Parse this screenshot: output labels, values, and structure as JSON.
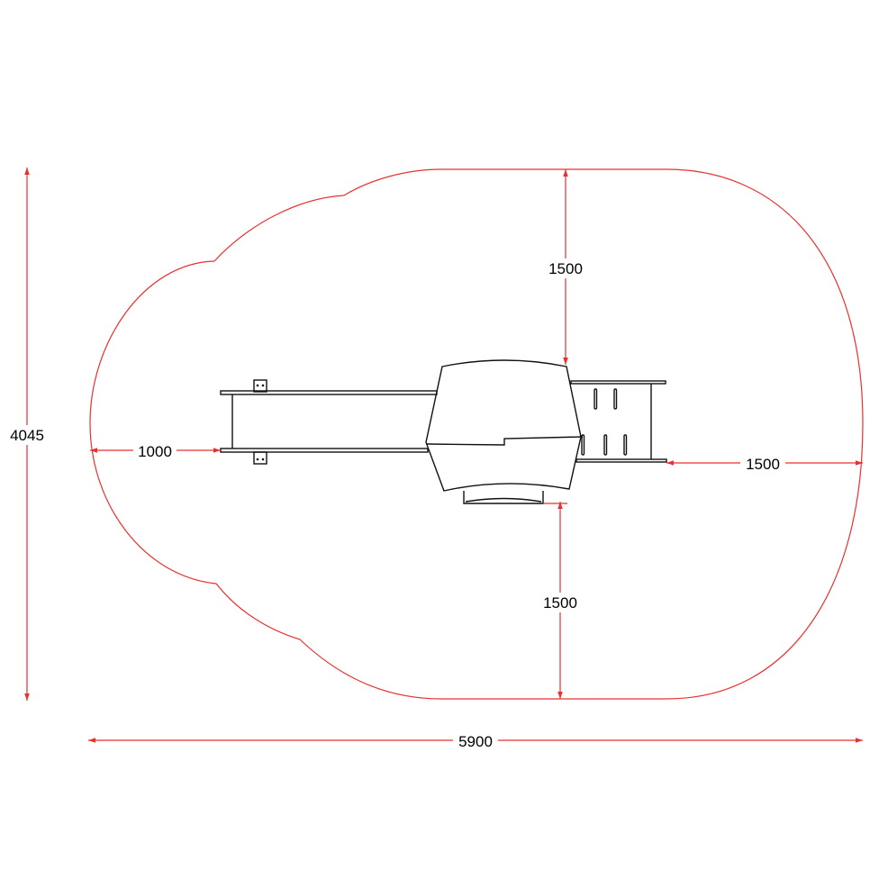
{
  "drawing": {
    "title": "Playground equipment plan view with safety zone",
    "colors": {
      "dimension": "#e8312f",
      "outline": "#e8312f",
      "equipment": "#111111"
    },
    "dimensions": {
      "overall_height": "4045",
      "left_clearance": "1000",
      "top_clearance": "1500",
      "right_clearance": "1500",
      "bottom_clearance": "1500",
      "overall_width": "5900"
    }
  }
}
